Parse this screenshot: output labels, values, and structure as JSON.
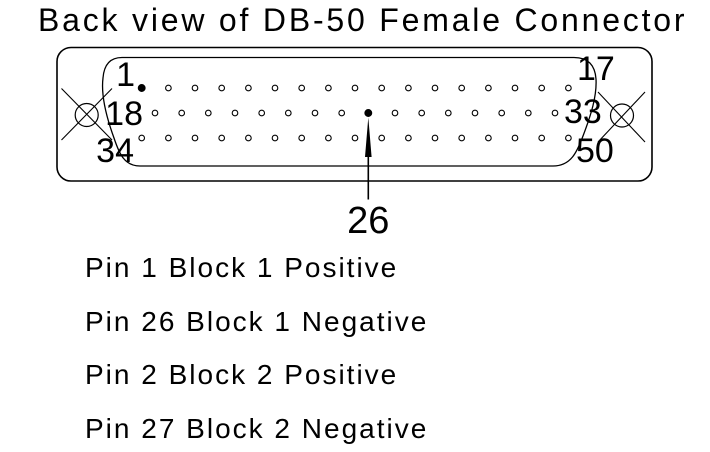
{
  "title": "Back view of DB-50 Female Connector",
  "colors": {
    "ink": "#000000",
    "background": "#ffffff"
  },
  "connector": {
    "type": "DB-50 female, back view",
    "rows": [
      {
        "first_pin": 1,
        "last_pin": 17,
        "pins": 17,
        "left_label": "1",
        "right_label": "17"
      },
      {
        "first_pin": 18,
        "last_pin": 33,
        "pins": 16,
        "left_label": "18",
        "right_label": "33"
      },
      {
        "first_pin": 34,
        "last_pin": 50,
        "pins": 17,
        "left_label": "34",
        "right_label": "50"
      }
    ],
    "filled_pins": [
      1,
      26
    ],
    "callout_label": "26"
  },
  "legend": {
    "lines": [
      "Pin 1 Block 1 Positive",
      "Pin 26 Block 1 Negative",
      "Pin 2 Block 2 Positive",
      "Pin 27 Block 2 Negative"
    ]
  }
}
